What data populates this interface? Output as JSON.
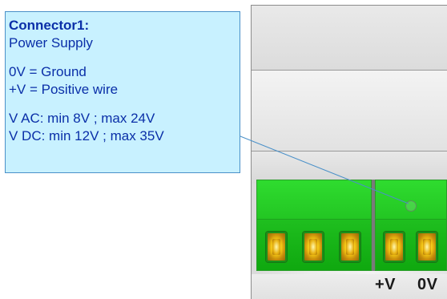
{
  "callout": {
    "title": "Connector1:",
    "subtitle": "Power Supply",
    "ground_line": "0V = Ground",
    "positive_line": "+V = Positive wire",
    "ac_line": "V AC: min 8V ; max 24V",
    "dc_line": "V DC: min 12V ; max 35V"
  },
  "pins": {
    "positive_label": "+V",
    "ground_label": "0V"
  },
  "colors": {
    "callout_fill": "#c8f1ff",
    "callout_border": "#4a90c8",
    "callout_text": "#0a2fa8",
    "terminal_green": "#23c623",
    "screw_gold": "#f2c414"
  }
}
